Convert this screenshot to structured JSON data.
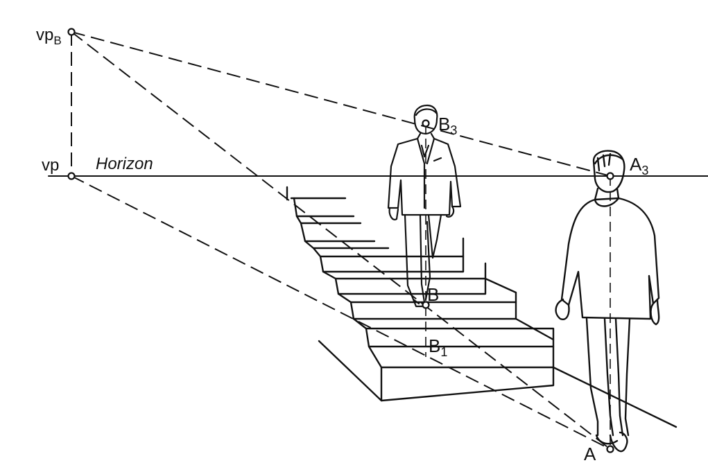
{
  "labels": {
    "vpB_main": "vp",
    "vpB_sub": "B",
    "vp": "vp",
    "horizon": "Horizon",
    "B3_main": "B",
    "B3_sub": "3",
    "A3_main": "A",
    "A3_sub": "3",
    "B": "B",
    "B1_main": "B",
    "B1_sub": "1",
    "A": "A"
  },
  "colors": {
    "ink": "#111111",
    "paper": "#ffffff"
  }
}
